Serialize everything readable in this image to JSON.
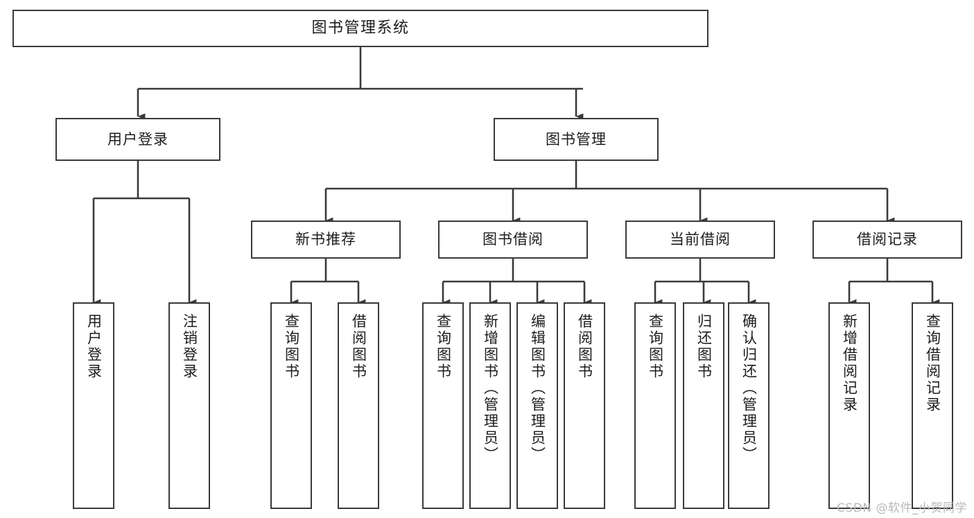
{
  "diagram": {
    "title": "图书管理系统",
    "type": "tree",
    "watermark": "CSDN @软件_小贺同学",
    "colors": {
      "stroke": "#3a3a3a",
      "fill": "#ffffff",
      "text": "#1d1d1d",
      "watermark": "#b9b9b9"
    },
    "nodes": {
      "root": {
        "label": "图书管理系统"
      },
      "branch_user": {
        "label": "用户登录"
      },
      "branch_book": {
        "label": "图书管理"
      },
      "group_new_book": {
        "label": "新书推荐"
      },
      "group_borrow": {
        "label": "图书借阅"
      },
      "group_current": {
        "label": "当前借阅"
      },
      "group_record": {
        "label": "借阅记录"
      },
      "leaf_user_login": {
        "label": "用户登录"
      },
      "leaf_user_logout": {
        "label": "注销登录"
      },
      "leaf_newbook_query": {
        "label": "查询图书"
      },
      "leaf_newbook_borrow": {
        "label": "借阅图书"
      },
      "leaf_borrow_query": {
        "label": "查询图书"
      },
      "leaf_borrow_add": {
        "label": "新增图书（管理员）"
      },
      "leaf_borrow_edit": {
        "label": "编辑图书（管理员）"
      },
      "leaf_borrow_lend": {
        "label": "借阅图书"
      },
      "leaf_current_query": {
        "label": "查询图书"
      },
      "leaf_current_return": {
        "label": "归还图书"
      },
      "leaf_current_confirm": {
        "label": "确认归还（管理员）"
      },
      "leaf_record_add": {
        "label": "新增借阅记录"
      },
      "leaf_record_query": {
        "label": "查询借阅记录"
      }
    }
  }
}
